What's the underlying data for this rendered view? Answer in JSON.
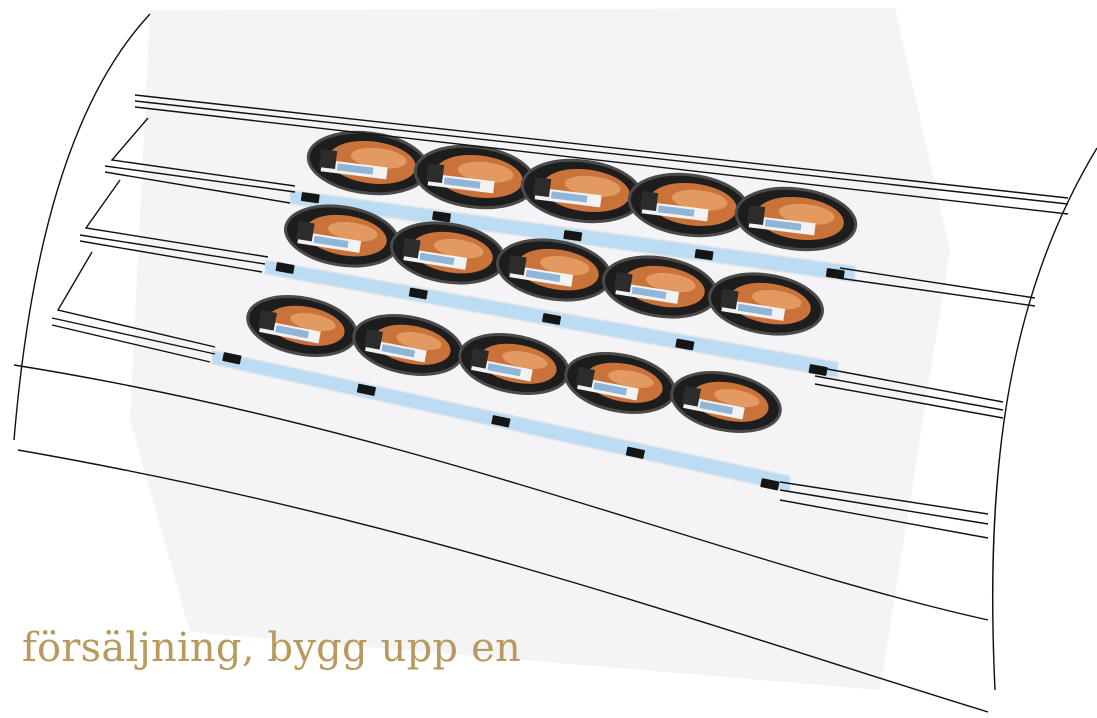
{
  "caption": {
    "text": "försäljning, bygg upp en"
  },
  "colors": {
    "caption": "#b99a5e",
    "outline": "#111111",
    "backdrop": "#f4f4f6",
    "shelf_strip": "#bcdcf3",
    "shelf_strip_edge": "#e3e5e8",
    "tray": "#1d1d1d",
    "tray_rim": "#4a4a4a",
    "food": "#c9723a",
    "food_highlight": "#e9a46a",
    "label_white": "#f2f2f2",
    "label_blue": "#8fb6d6",
    "tag": "#151515"
  },
  "display": {
    "shelves": [
      {
        "name": "top",
        "products": 5
      },
      {
        "name": "middle",
        "products": 5
      },
      {
        "name": "bottom",
        "products": 5
      }
    ]
  }
}
